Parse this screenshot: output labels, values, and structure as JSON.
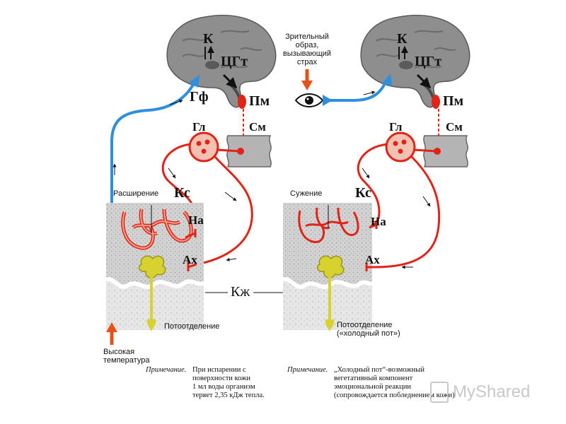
{
  "left_panel": {
    "brain_labels": {
      "k": "К",
      "cgt": "ЦГт",
      "gf": "Гф",
      "pm": "Пм"
    },
    "node_labels": {
      "gl": "Гл",
      "sm": "См",
      "ks": "Кс",
      "na": "На",
      "ax": "Ах"
    },
    "vessel_state": "Расширение",
    "secretion": "Потоотделение",
    "stimulus": [
      "Высокая",
      "температура"
    ]
  },
  "right_panel": {
    "brain_labels": {
      "k": "К",
      "cgt": "ЦГт",
      "pm": "Пм"
    },
    "node_labels": {
      "gl": "Гл",
      "sm": "См",
      "ks": "Кс",
      "na": "На",
      "ax": "Ах"
    },
    "vessel_state": "Сужение",
    "secretion": [
      "Потоотделение",
      "(«холодный пот»)"
    ],
    "stimulus": [
      "Зрительный",
      "образ,",
      "вызывающий",
      "страх"
    ]
  },
  "skin_label": "Кж",
  "notes": [
    {
      "title": "Примечание.",
      "lines": [
        "При испарении с",
        "поверхности кожи",
        "1 мл воды организм",
        "теряет 2,35 кДж тепла."
      ]
    },
    {
      "title": "Примечание.",
      "lines": [
        "„Холодный пот“-возможный",
        "вегетативный компонент",
        "эмоциональной реакции",
        "(сопровождается побледнением кожи)"
      ]
    }
  ],
  "watermark": "MyShared",
  "colors": {
    "nerve": "#e02418",
    "afferent": "#2d8fdd",
    "brain": "#8a8a8a",
    "skin": "#c8c8c8",
    "sweat": "#d8d230"
  }
}
